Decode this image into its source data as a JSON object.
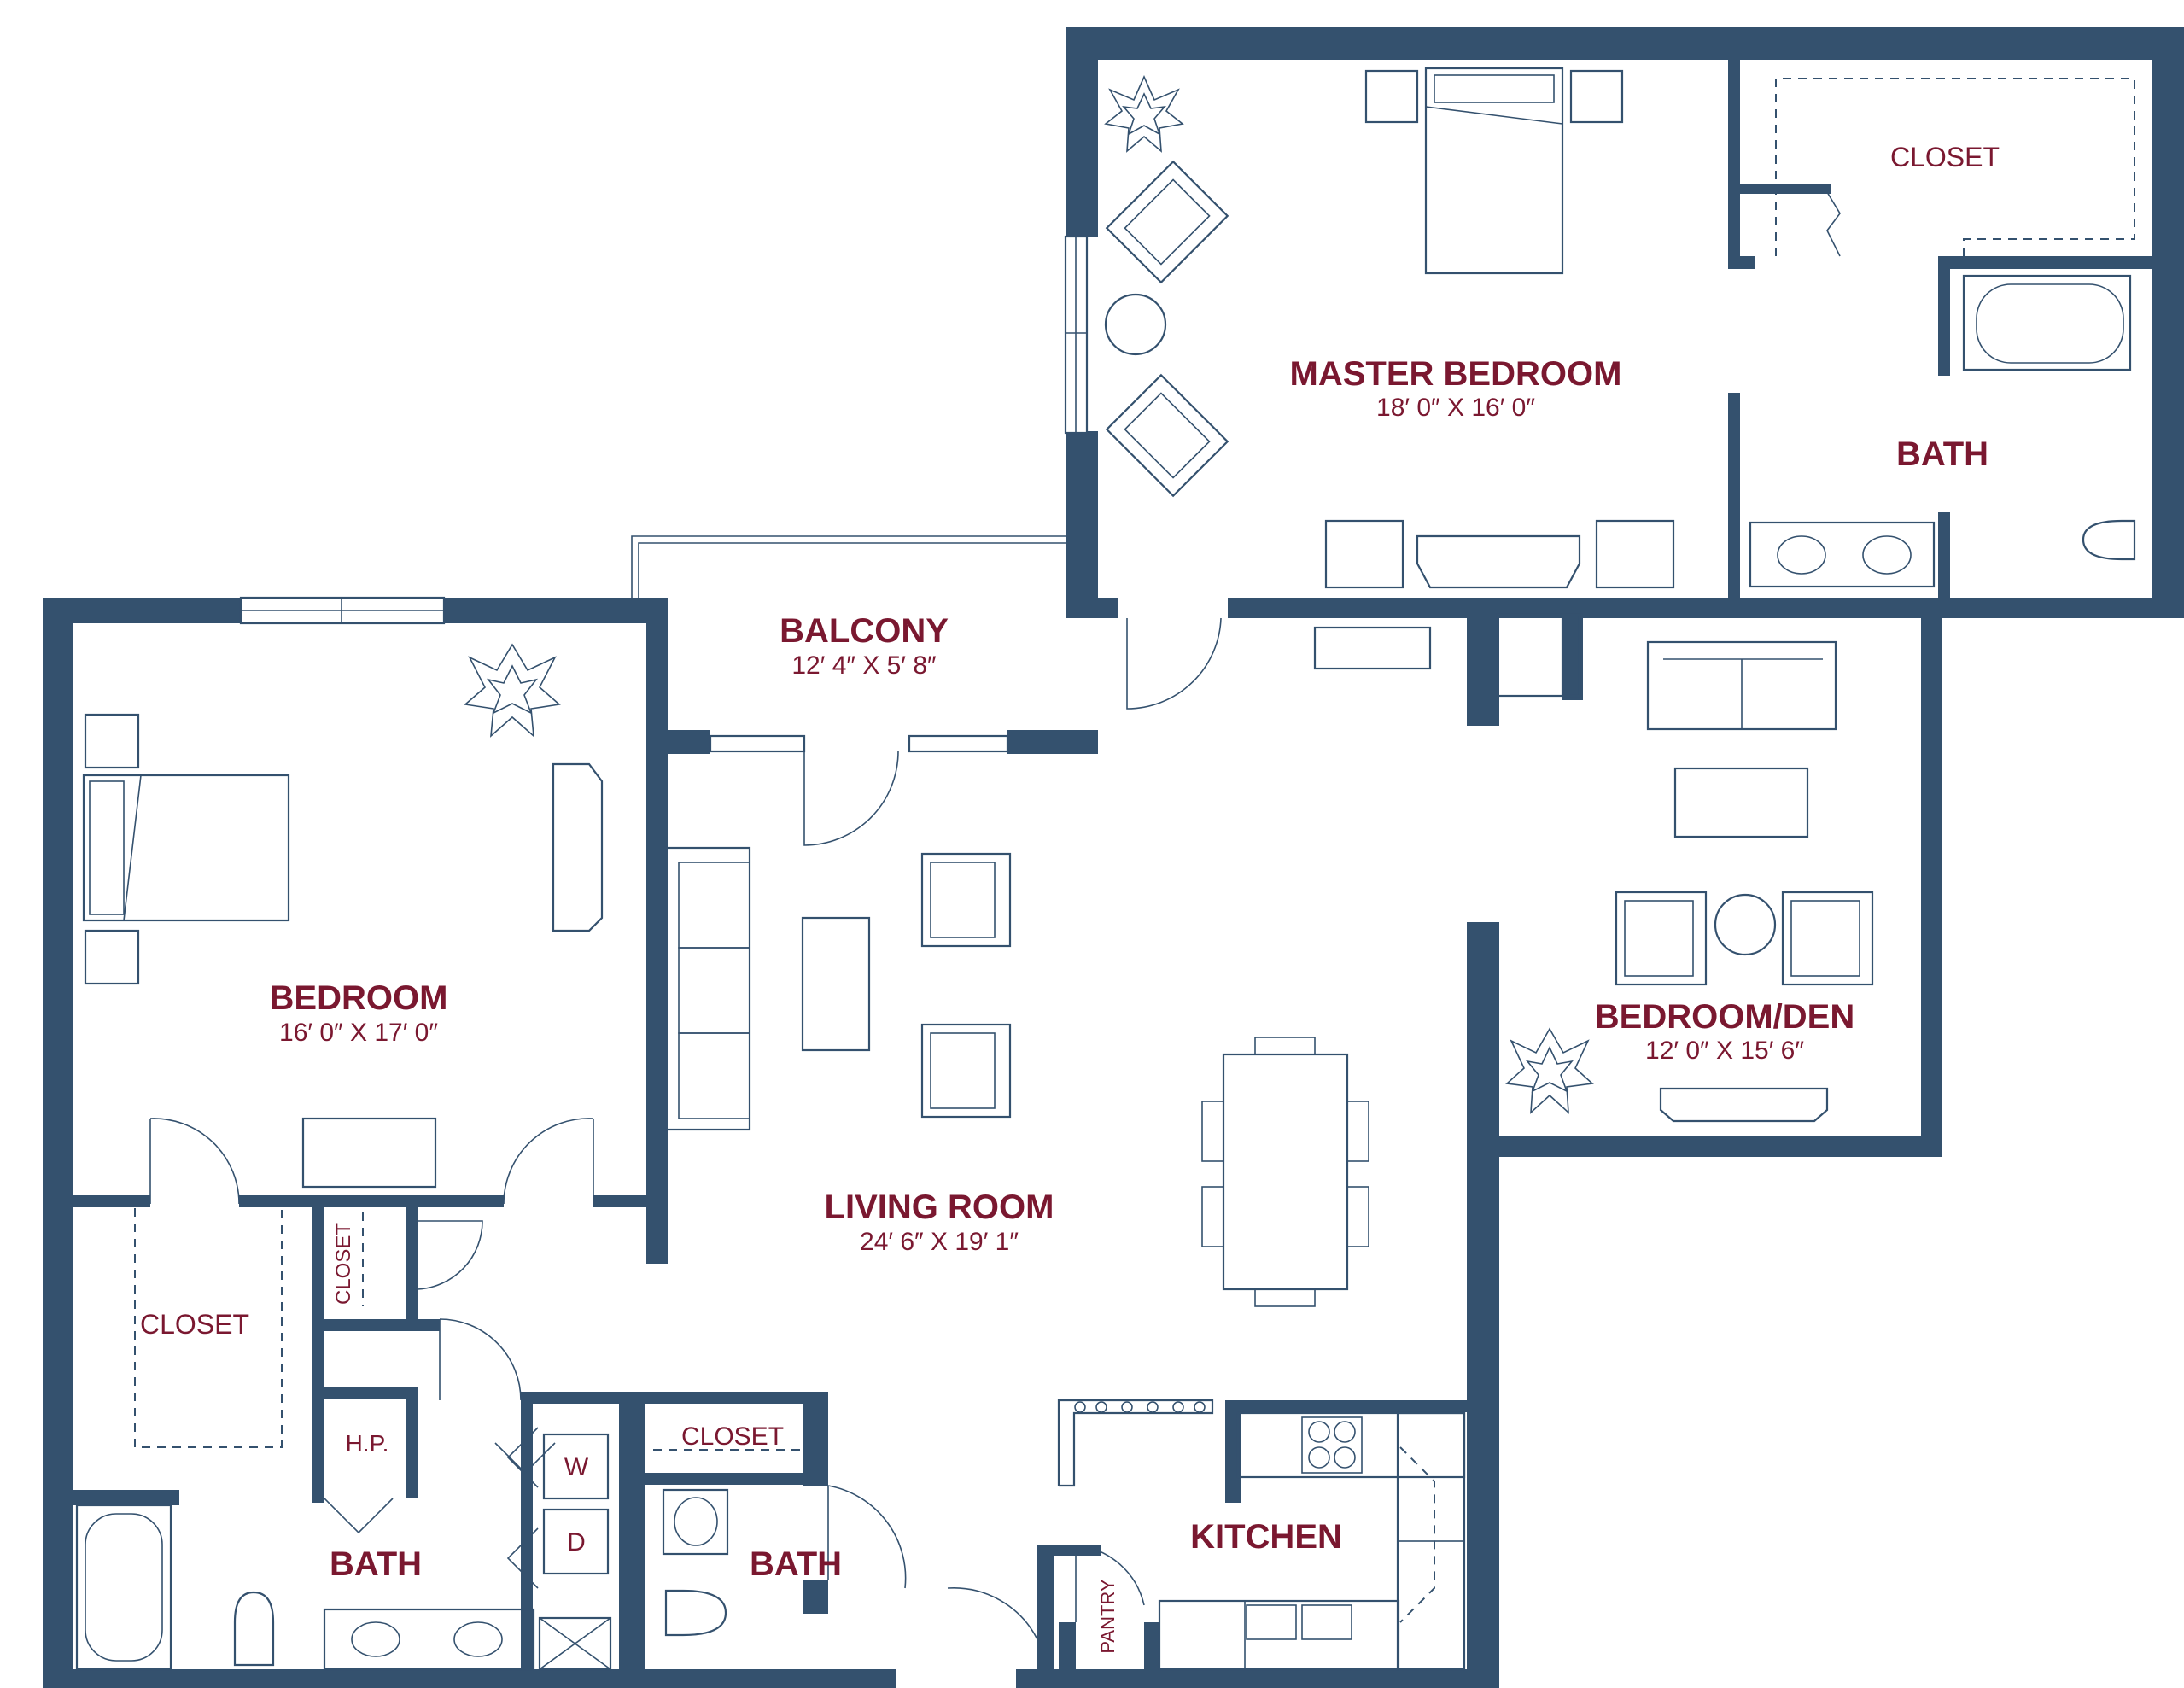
{
  "colors": {
    "wall": "#34516e",
    "label": "#7a1830",
    "background": "#ffffff"
  },
  "rooms": {
    "master_bedroom": {
      "name": "MASTER BEDROOM",
      "size": "18′ 0″ X 16′ 0″"
    },
    "master_closet": {
      "name": "CLOSET"
    },
    "master_bath": {
      "name": "BATH"
    },
    "balcony": {
      "name": "BALCONY",
      "size": "12′ 4″ X 5′ 8″"
    },
    "bedroom": {
      "name": "BEDROOM",
      "size": "16′ 0″ X 17′ 0″"
    },
    "bedroom_closet": {
      "name": "CLOSET"
    },
    "linen_closet": {
      "name": "CLOSET"
    },
    "living_room": {
      "name": "LIVING ROOM",
      "size": "24′ 6″ X 19′ 1″"
    },
    "bedroom_den": {
      "name": "BEDROOM/DEN",
      "size": "12′ 0″ X 15′ 6″"
    },
    "hall_closet": {
      "name": "CLOSET"
    },
    "hp": {
      "name": "H.P."
    },
    "washer": {
      "name": "W"
    },
    "dryer": {
      "name": "D"
    },
    "bath_left": {
      "name": "BATH"
    },
    "bath_middle": {
      "name": "BATH"
    },
    "kitchen": {
      "name": "KITCHEN"
    },
    "pantry": {
      "name": "PANTRY"
    }
  }
}
